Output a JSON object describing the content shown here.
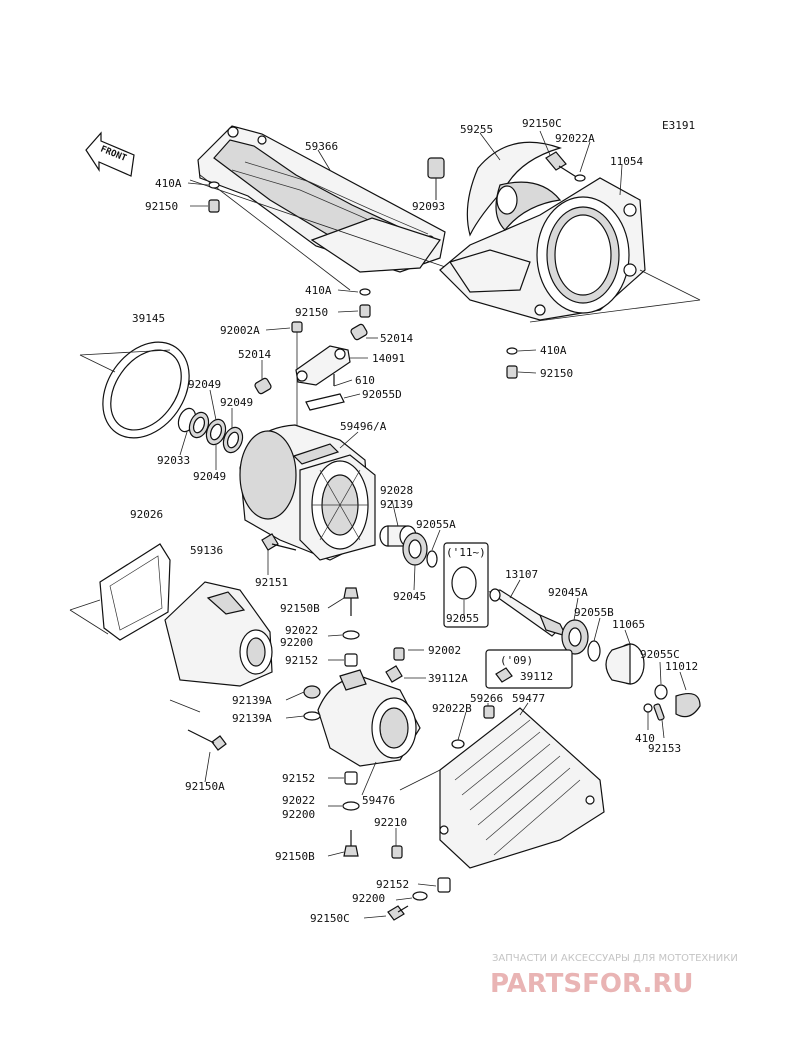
{
  "diagram_code": "E3191",
  "front_label": "FRONT",
  "watermark": {
    "line1": "ЗАПЧАСТИ И АКСЕССУАРЫ ДЛЯ МОТОТЕХНИКИ",
    "line2": "PARTSFOR.RU"
  },
  "callouts": [
    {
      "id": "59366",
      "text": "59366"
    },
    {
      "id": "59255",
      "text": "59255"
    },
    {
      "id": "92150C-top",
      "text": "92150C"
    },
    {
      "id": "92022A",
      "text": "92022A"
    },
    {
      "id": "11054",
      "text": "11054"
    },
    {
      "id": "410A-1",
      "text": "410A"
    },
    {
      "id": "92150-1",
      "text": "92150"
    },
    {
      "id": "92093",
      "text": "92093"
    },
    {
      "id": "410A-2",
      "text": "410A"
    },
    {
      "id": "92150-2",
      "text": "92150"
    },
    {
      "id": "39145",
      "text": "39145"
    },
    {
      "id": "92002A",
      "text": "92002A"
    },
    {
      "id": "52014-right",
      "text": "52014"
    },
    {
      "id": "52014-left",
      "text": "52014"
    },
    {
      "id": "14091",
      "text": "14091"
    },
    {
      "id": "410A-3",
      "text": "410A"
    },
    {
      "id": "610",
      "text": "610"
    },
    {
      "id": "92150-3",
      "text": "92150"
    },
    {
      "id": "92049-a",
      "text": "92049"
    },
    {
      "id": "92055D",
      "text": "92055D"
    },
    {
      "id": "92049-b",
      "text": "92049"
    },
    {
      "id": "59496A",
      "text": "59496/A"
    },
    {
      "id": "92033",
      "text": "92033"
    },
    {
      "id": "92049-c",
      "text": "92049"
    },
    {
      "id": "92028",
      "text": "92028"
    },
    {
      "id": "92139",
      "text": "92139"
    },
    {
      "id": "92026",
      "text": "92026"
    },
    {
      "id": "92055A",
      "text": "92055A"
    },
    {
      "id": "59136",
      "text": "59136"
    },
    {
      "id": "note-11",
      "text": "('11~)"
    },
    {
      "id": "92151",
      "text": "92151"
    },
    {
      "id": "13107",
      "text": "13107"
    },
    {
      "id": "92045",
      "text": "92045"
    },
    {
      "id": "92150B-1",
      "text": "92150B"
    },
    {
      "id": "92045A",
      "text": "92045A"
    },
    {
      "id": "92055",
      "text": "92055"
    },
    {
      "id": "92055B",
      "text": "92055B"
    },
    {
      "id": "92022-1",
      "text": "92022"
    },
    {
      "id": "92200-1",
      "text": "92200"
    },
    {
      "id": "11065",
      "text": "11065"
    },
    {
      "id": "92002",
      "text": "92002"
    },
    {
      "id": "92152-1",
      "text": "92152"
    },
    {
      "id": "note-09",
      "text": "('09)"
    },
    {
      "id": "92055C",
      "text": "92055C"
    },
    {
      "id": "39112A",
      "text": "39112A"
    },
    {
      "id": "11012",
      "text": "11012"
    },
    {
      "id": "39112",
      "text": "39112"
    },
    {
      "id": "92139A-1",
      "text": "92139A"
    },
    {
      "id": "59266",
      "text": "59266"
    },
    {
      "id": "59477",
      "text": "59477"
    },
    {
      "id": "92139A-2",
      "text": "92139A"
    },
    {
      "id": "92022B",
      "text": "92022B"
    },
    {
      "id": "410",
      "text": "410"
    },
    {
      "id": "92153",
      "text": "92153"
    },
    {
      "id": "92150A",
      "text": "92150A"
    },
    {
      "id": "92152-2",
      "text": "92152"
    },
    {
      "id": "59476",
      "text": "59476"
    },
    {
      "id": "92022-2",
      "text": "92022"
    },
    {
      "id": "92200-2",
      "text": "92200"
    },
    {
      "id": "92210",
      "text": "92210"
    },
    {
      "id": "92150B-2",
      "text": "92150B"
    },
    {
      "id": "92152-3",
      "text": "92152"
    },
    {
      "id": "92200-3",
      "text": "92200"
    },
    {
      "id": "92150C-bottom",
      "text": "92150C"
    }
  ]
}
